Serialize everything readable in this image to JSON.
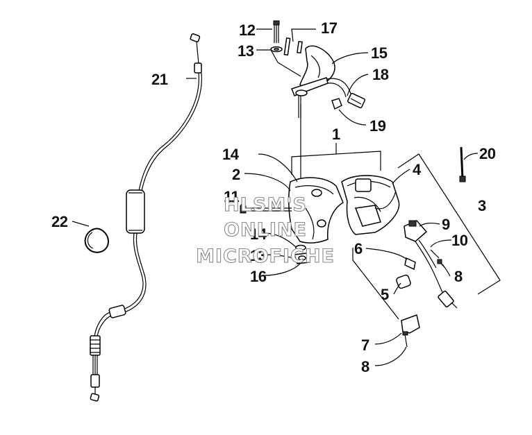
{
  "callouts": {
    "c1": "1",
    "c2": "2",
    "c3": "3",
    "c4": "4",
    "c5": "5",
    "c6": "6",
    "c7": "7",
    "c8a": "8",
    "c8b": "8",
    "c9": "9",
    "c10": "10",
    "c11": "11",
    "c12": "12",
    "c13a": "13",
    "c13b": "13",
    "c14a": "14",
    "c14b": "14",
    "c15": "15",
    "c16": "16",
    "c17": "17",
    "c18": "18",
    "c19": "19",
    "c20": "20",
    "c21": "21",
    "c22": "22"
  },
  "watermark": {
    "line1": "HLSM'S",
    "line2": "ONLINE",
    "line3": "MICROFICHE"
  }
}
